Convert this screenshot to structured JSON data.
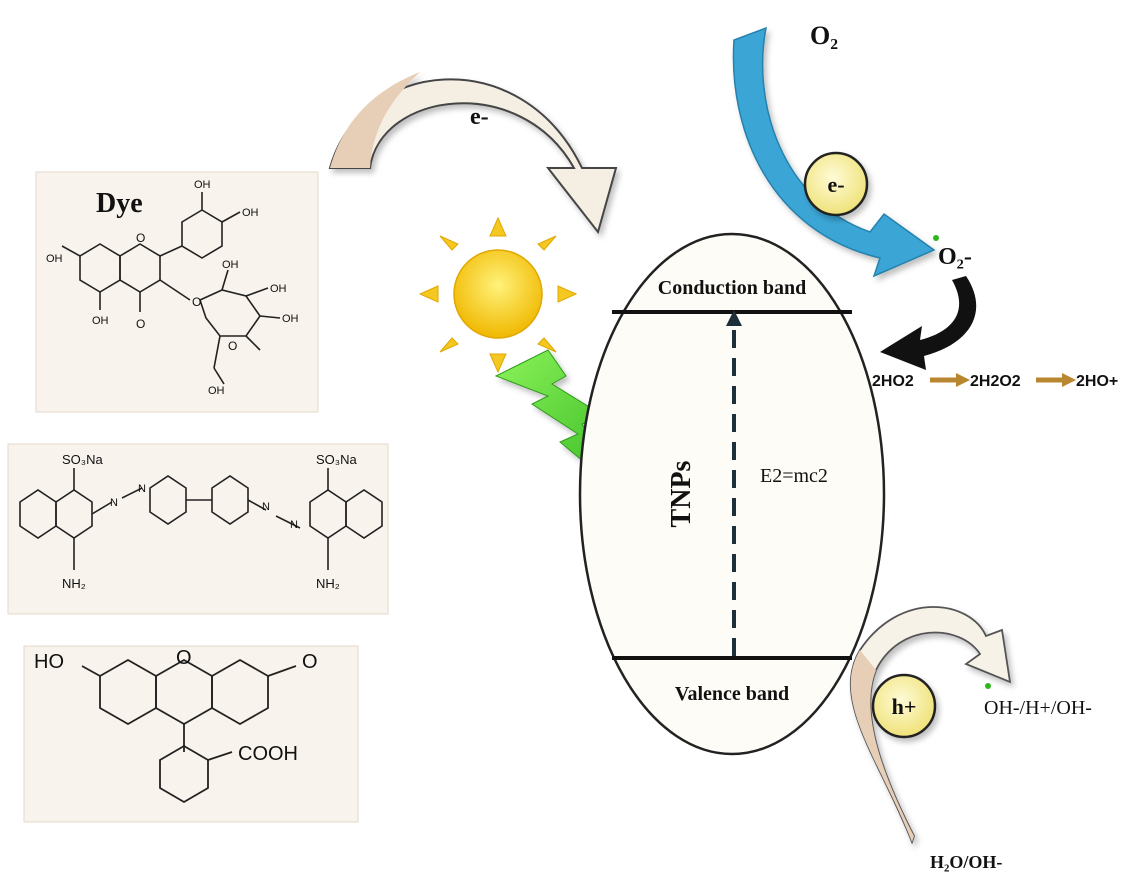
{
  "dye_panel": {
    "title": "Dye",
    "atom_oh": "OH",
    "atom_o": "O",
    "atom_so3na": "SO₃Na",
    "atom_nh2": "NH₂",
    "atom_n": "N",
    "atom_ho": "HO",
    "atom_cooh": "COOH"
  },
  "electron_arrow": {
    "label": "e-"
  },
  "particle": {
    "name": "TNPs",
    "conduction_band": "Conduction band",
    "valence_band": "Valence band",
    "equation": "E2=mc2"
  },
  "oxygen_path": {
    "o2": "O₂",
    "electron": "e-",
    "superoxide": "O₂-"
  },
  "reaction_chain": [
    "2HO2",
    "2H2O2",
    "2HO+"
  ],
  "hole_path": {
    "hole": "h+",
    "water": "H₂O/OH-",
    "radical": "OH-/H+/OH-"
  },
  "colors": {
    "blue_arrow": "#3aa6d6",
    "beige_arrow": "#e7cfb7",
    "sun": "#f4c820",
    "lightning": "#5dd43a",
    "circle_fill": "#f7f0a8",
    "chain_arrow": "#b8862e",
    "panel_bg": "#f8f3ec"
  }
}
